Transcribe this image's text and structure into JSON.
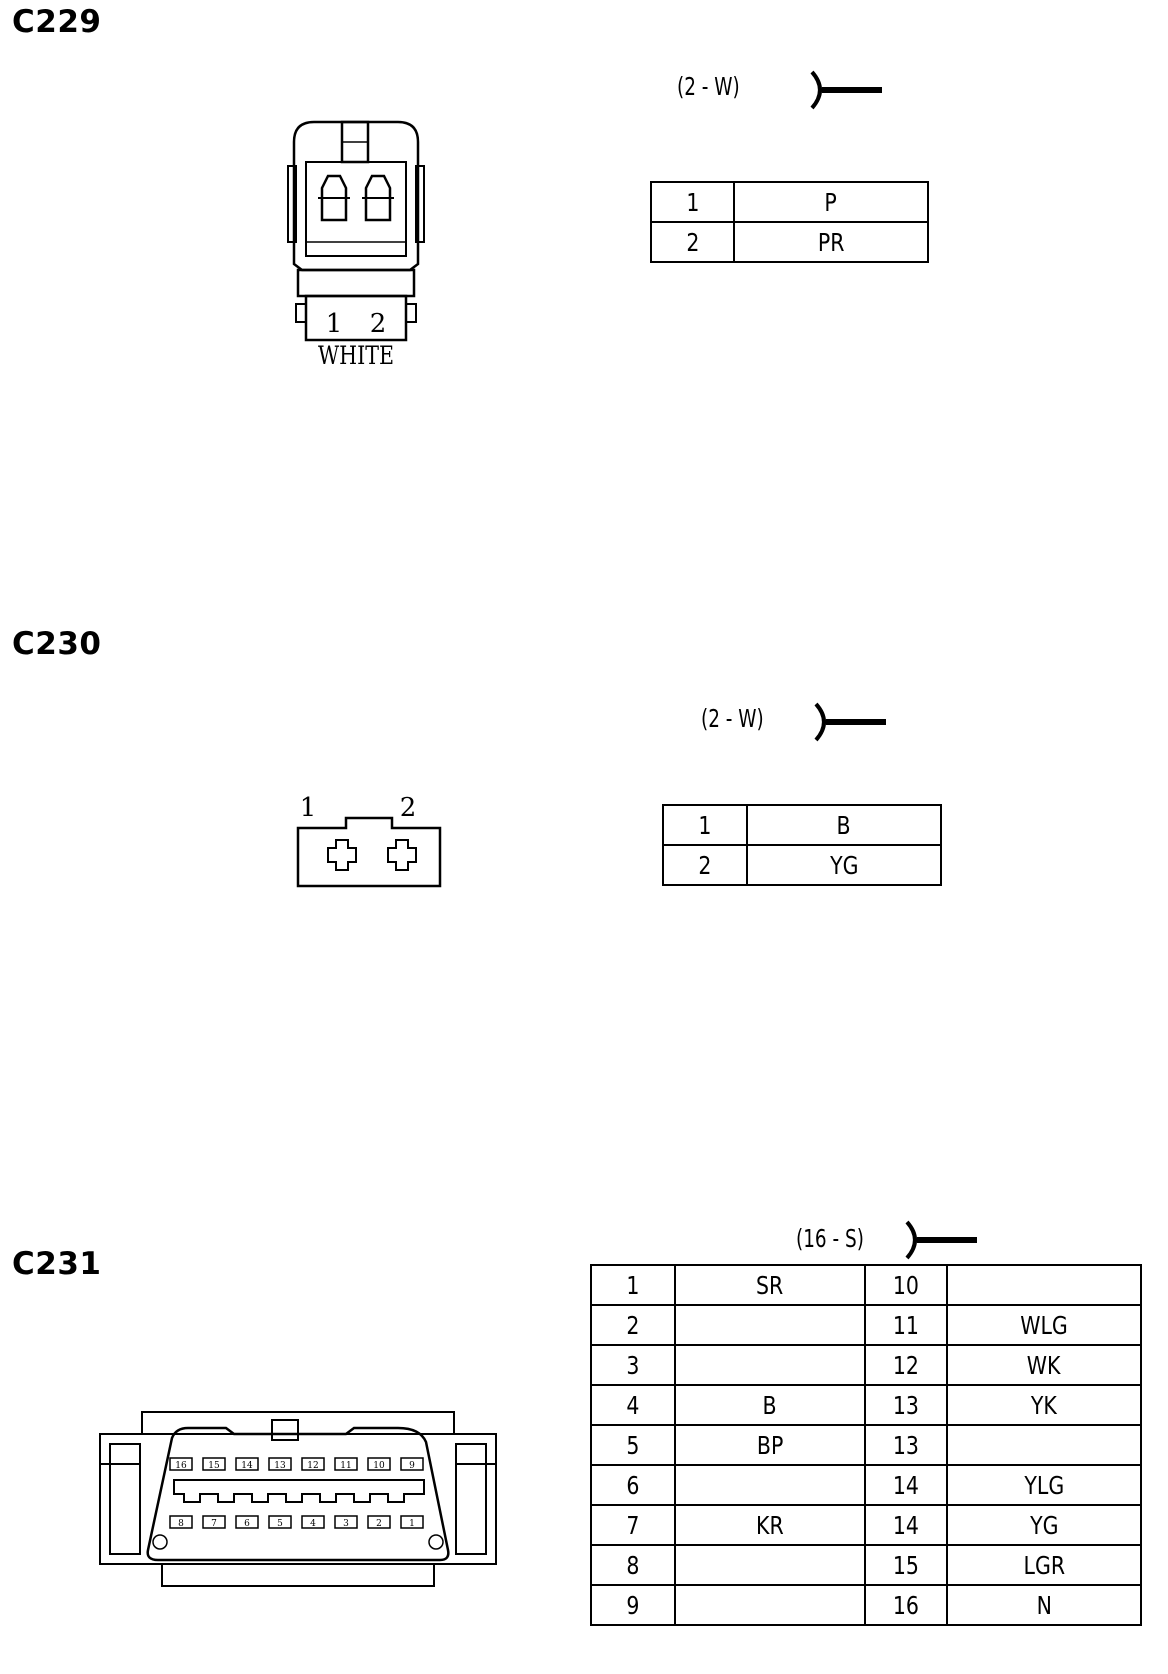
{
  "connectors": [
    {
      "id": "C229",
      "spec": "(2 - W)",
      "color_label": "WHITE",
      "pin_labels": [
        "1",
        "2"
      ],
      "pins": [
        {
          "pin": "1",
          "wire": "P"
        },
        {
          "pin": "2",
          "wire": "PR"
        }
      ]
    },
    {
      "id": "C230",
      "spec": "(2 - W)",
      "pin_labels": [
        "1",
        "2"
      ],
      "pins": [
        {
          "pin": "1",
          "wire": "B"
        },
        {
          "pin": "2",
          "wire": "YG"
        }
      ]
    },
    {
      "id": "C231",
      "spec": "(16 - S)",
      "pin_labels_top": [
        "16",
        "15",
        "14",
        "13",
        "12",
        "11",
        "10",
        "9"
      ],
      "pin_labels_bottom": [
        "8",
        "7",
        "6",
        "5",
        "4",
        "3",
        "2",
        "1"
      ],
      "rows": [
        {
          "pin_a": "1",
          "wire_a": "SR",
          "pin_b": "10",
          "wire_b": ""
        },
        {
          "pin_a": "2",
          "wire_a": "",
          "pin_b": "11",
          "wire_b": "WLG"
        },
        {
          "pin_a": "3",
          "wire_a": "",
          "pin_b": "12",
          "wire_b": "WK"
        },
        {
          "pin_a": "4",
          "wire_a": "B",
          "pin_b": "13",
          "wire_b": "YK"
        },
        {
          "pin_a": "5",
          "wire_a": "BP",
          "pin_b": "13",
          "wire_b": ""
        },
        {
          "pin_a": "6",
          "wire_a": "",
          "pin_b": "14",
          "wire_b": "YLG"
        },
        {
          "pin_a": "7",
          "wire_a": "KR",
          "pin_b": "14",
          "wire_b": "YG"
        },
        {
          "pin_a": "8",
          "wire_a": "",
          "pin_b": "15",
          "wire_b": "LGR"
        },
        {
          "pin_a": "9",
          "wire_a": "",
          "pin_b": "16",
          "wire_b": "N"
        }
      ]
    }
  ]
}
